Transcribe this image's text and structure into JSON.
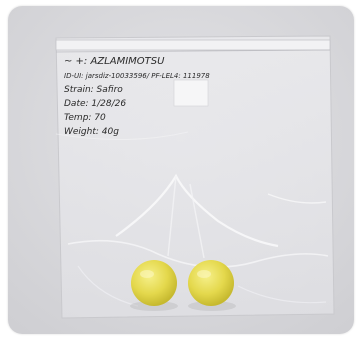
{
  "photo": {
    "subject": "sealed-specimen-bag",
    "background_color": "#d9d9dc",
    "bag_label": {
      "name_line": "~ +: AZLAMIMOTSU",
      "id_line": "ID-UI: jarsdiz-10033596/ PF-LEL4: 111978",
      "strain_line": "Strain: Safiro",
      "date_line": "Date: 1/28/26",
      "temp_line": "Temp: 70",
      "weight_line": "Weight: 40g"
    },
    "objects": [
      {
        "name": "yellow-sphere",
        "color": "#e9de55"
      },
      {
        "name": "yellow-sphere",
        "color": "#e6da4d"
      }
    ]
  }
}
